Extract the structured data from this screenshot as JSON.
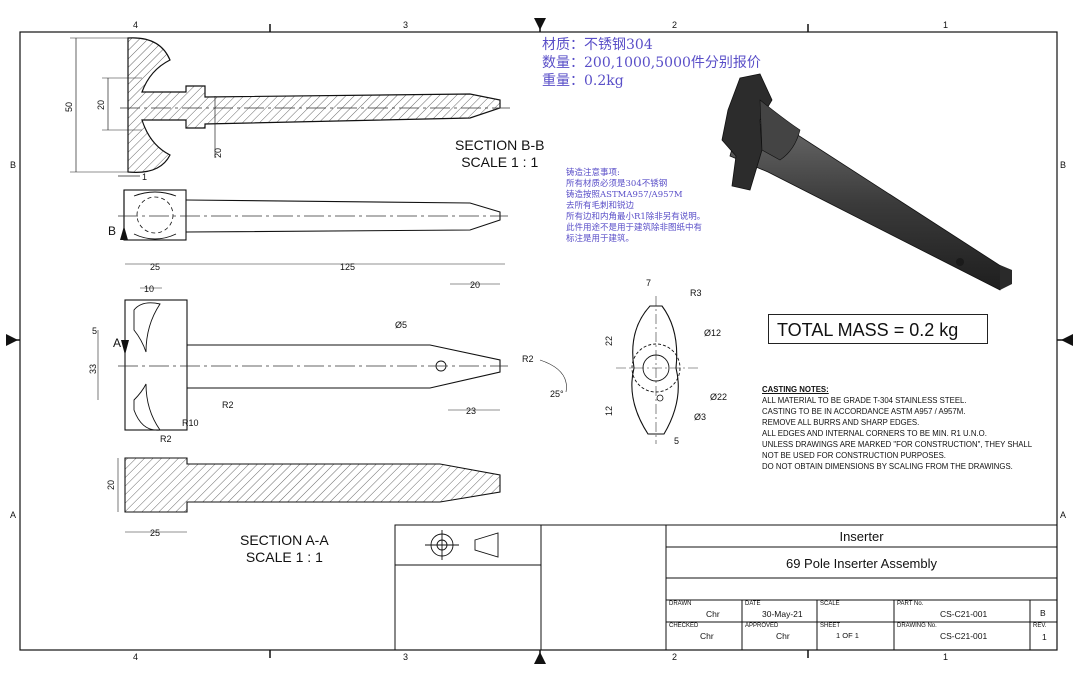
{
  "zones": {
    "top": [
      "4",
      "3",
      "2",
      "1"
    ],
    "bottom": [
      "4",
      "3",
      "2",
      "1"
    ],
    "left": [
      "B",
      "A"
    ],
    "right": [
      "B",
      "A"
    ]
  },
  "spec_cn": {
    "material": "材质：不锈钢304",
    "quantity": "数量：200,1000,5000件分别报价",
    "weight": "重量：0.2kg"
  },
  "casting_notes_cn": [
    "铸造注意事项:",
    "所有材质必须是304不锈钢",
    "铸造按照ASTMA957/A957M",
    "去所有毛刺和锐边",
    "所有边和内角最小R1除非另有说明。",
    "此件用途不是用于建筑除非图纸中有",
    "标注是用于建筑。"
  ],
  "section_bb": {
    "title": "SECTION B-B",
    "scale": "SCALE 1 : 1",
    "marker": "B"
  },
  "section_aa": {
    "title": "SECTION A-A",
    "scale": "SCALE 1 : 1",
    "marker": "A"
  },
  "dims": {
    "d50": "50",
    "d20a": "20",
    "d20b": "20",
    "d1": "1",
    "d25a": "25",
    "d125": "125",
    "d20c": "20",
    "d10": "10",
    "d5": "5",
    "d33": "33",
    "phi5": "Ø5",
    "r2a": "R2",
    "r2b": "R2",
    "r2c": "R2",
    "r10": "R10",
    "d23": "23",
    "ang25": "25°",
    "d20d": "20",
    "d25b": "25",
    "d7": "7",
    "r3": "R3",
    "d22": "22",
    "phi12": "Ø12",
    "phi22": "Ø22",
    "d12": "12",
    "phi3": "Ø3",
    "d5b": "5"
  },
  "total_mass": "TOTAL MASS = 0.2 kg",
  "casting_notes": {
    "title": "CASTING NOTES:",
    "lines": [
      "ALL MATERIAL TO BE GRADE T-304 STAINLESS STEEL.",
      "CASTING TO BE IN ACCORDANCE ASTM A957 / A957M.",
      "REMOVE ALL BURRS AND SHARP EDGES.",
      "ALL EDGES AND INTERNAL CORNERS TO BE MIN. R1 U.N.O.",
      "UNLESS DRAWINGS ARE MARKED \"FOR CONSTRUCTION\", THEY SHALL",
      "NOT BE USED FOR CONSTRUCTION PURPOSES.",
      "DO NOT OBTAIN DIMENSIONS BY SCALING FROM THE DRAWINGS."
    ]
  },
  "title_block": {
    "title": "Inserter",
    "subtitle": "69 Pole Inserter Assembly",
    "drawn_label": "DRAWN",
    "drawn": "Chr",
    "date_label": "DATE",
    "date": "30-May-21",
    "scale_label": "SCALE",
    "scale": "",
    "part_label": "PART No.",
    "part": "CS-C21-001",
    "size": "B",
    "checked_label": "CHECKED",
    "checked": "Chr",
    "approved_label": "APPROVED",
    "approved": "Chr",
    "sheet_label": "SHEET",
    "sheet": "1   OF 1",
    "drawing_label": "DRAWING No.",
    "drawing": "CS-C21-001",
    "rev_label": "REV.",
    "rev": "1"
  }
}
